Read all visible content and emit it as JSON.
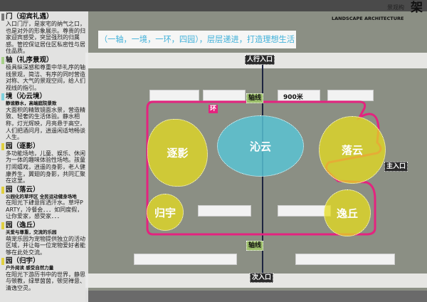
{
  "header": {
    "logo_cn": "景观构",
    "logo_char": "架",
    "logo_en": "LANDSCAPE ARCHITECTURE"
  },
  "banner": "（一轴，一境，一环，四园），层层递进，打造理想生活",
  "sections": [
    {
      "title": "门（迎宾礼遇）",
      "subtitle": "",
      "text": "入口门厅，是家宅的纳气之口，也是对外的形象展示。尊贵的归家迎宾感受，突显强烈的归属感。管控保证居住区私密性与居住品质。",
      "color": "#777777"
    },
    {
      "title": "轴（礼序景观）",
      "subtitle": "",
      "text": "极具纵深感和尊重中华礼序的轴线景观，简洁、有序的同时营造对称、大气的景观空间，给人们视线的指引。",
      "color": "#a8d08a"
    },
    {
      "title": "境（沁云境）",
      "subtitle": "静谧静水，高端庭院景致",
      "text": "大面积的精致镜面水景，营造精致、轻奢的生活体验。静水相称，灯光辉映，月亮悬于高空，人们把酒问月，逍遥闲适地畅谈人生。",
      "color": "#7fd3df"
    },
    {
      "title": "园（逐影）",
      "subtitle": "",
      "text": "多功能场地，儿童、娱乐、休闲为一体的趣味体验性场地。孩童打闹嬉戏，逍遥的身影，老人健康养生，翼翅的身影，共同汇聚在这里。",
      "color": "#e0d040"
    },
    {
      "title": "园（落云）",
      "subtitle": "公园化的草坪区 全民运动健身场地",
      "text": "在阳光下肆意挥洒汗水。草坪PARTY，冷餐会．．．如同度假，让你爱家，感受家．．．",
      "color": "#e0d040"
    },
    {
      "title": "园（逸丘）",
      "subtitle": "关爱与尊重，交流的乐园",
      "text": "萌宠乐园为宠物提供独立的活动区域，并让每一位宠物爱好者能够在此处交流。",
      "color": "#e0d040"
    },
    {
      "title": "园（归宇）",
      "subtitle": "户外阅读 感受自然力量",
      "text": "在阳光下游历书中的世界，静思与顿教，绿草茵茵，顿觉禅意、清逸空灵。",
      "color": "#e0d040"
    }
  ],
  "plan": {
    "entrances": {
      "pedestrian": "人行入口",
      "main": "主入口",
      "secondary": "次入口"
    },
    "axis_label": "轴线",
    "loop_label": "环",
    "loop_length": "900米",
    "zones": [
      {
        "name": "逐影",
        "color": "#e6dc1e"
      },
      {
        "name": "沁云",
        "color": "#58c4d6"
      },
      {
        "name": "落云",
        "color": "#e6dc1e"
      },
      {
        "name": "归宇",
        "color": "#e6dc1e"
      },
      {
        "name": "逸丘",
        "color": "#e6dc1e"
      }
    ],
    "loop_color": "#e4237f"
  }
}
